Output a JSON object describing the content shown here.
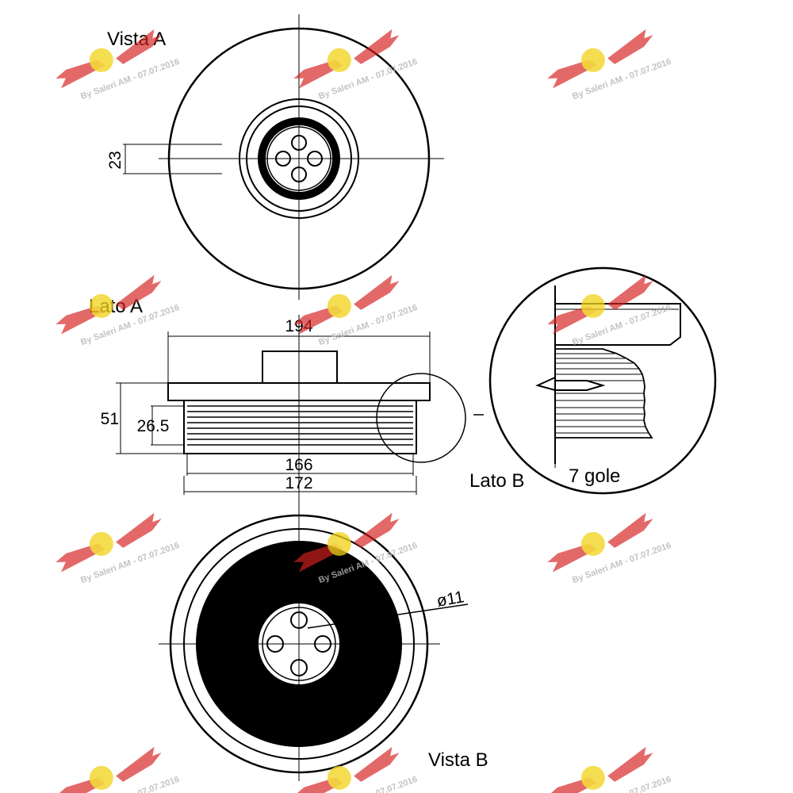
{
  "views": {
    "vista_a_label": "Vista A",
    "lato_a_label": "Lato A",
    "lato_b_label": "Lato B",
    "vista_b_label": "Vista B",
    "detail_label": "7 gole"
  },
  "dimensions": {
    "hub_offset": "23",
    "overall_diameter": "194",
    "total_width": "51",
    "groove_width": "26.5",
    "groove_diameter": "166",
    "pulley_diameter": "172",
    "hole_diameter": "ø11"
  },
  "watermark": {
    "text": "By Saleri AM - 07.07.2016",
    "accent_color": "#d42020",
    "logo_color": "#f1d21a"
  }
}
